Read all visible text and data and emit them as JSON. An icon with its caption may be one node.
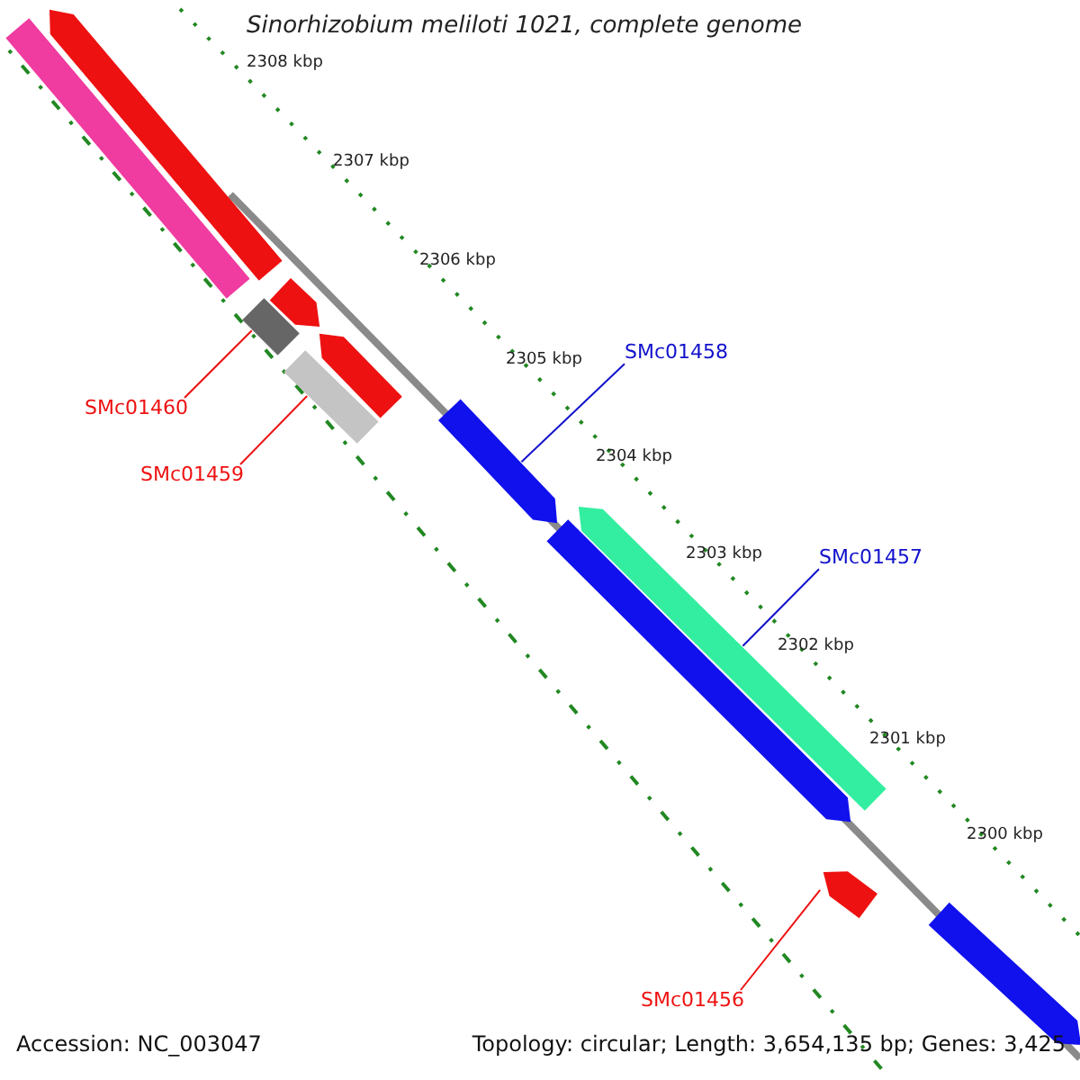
{
  "diagram": {
    "title": "Sinorhizobium meliloti 1021, complete genome",
    "nodes": [
      {
        "text": [],
        "shape": "bar"
      },
      {
        "text": [],
        "shape": "pentagon"
      },
      {
        "text": [],
        "shape": "pentagon"
      },
      {
        "text": [],
        "shape": "bar"
      },
      {
        "text": [],
        "shape": "pentagon"
      },
      {
        "text": [],
        "shape": "bar"
      },
      {
        "text": [],
        "shape": "pentagon"
      },
      {
        "text": [],
        "shape": "pentagon"
      },
      {
        "text": [],
        "shape": "pentagon"
      },
      {
        "text": [],
        "shape": "pentagon"
      },
      {
        "text": [],
        "shape": "pentagon"
      },
      {
        "text": [
          "SMc01460"
        ]
      },
      {
        "text": [
          "SMc01459"
        ]
      },
      {
        "text": [
          "SMc01458"
        ]
      },
      {
        "text": [
          "SMc01457"
        ]
      },
      {
        "text": [
          "SMc01456"
        ]
      }
    ],
    "edges": [
      {
        "from": 11,
        "to": 3,
        "arrow": "none"
      },
      {
        "from": 12,
        "to": 5,
        "arrow": "none"
      },
      {
        "from": 13,
        "to": 6,
        "arrow": "none",
        "color": "#1111cc"
      },
      {
        "from": 14,
        "to": 7,
        "arrow": "none",
        "color": "#1111cc"
      },
      {
        "from": 15,
        "to": 9,
        "arrow": "none"
      }
    ],
    "labels": [
      "2308 kbp",
      "2307 kbp",
      "2306 kbp",
      "2305 kbp",
      "2304 kbp",
      "2303 kbp",
      "2302 kbp",
      "2301 kbp",
      "2300 kbp",
      "Accession: NC_003047",
      "Topology: circular; Length: 3,654,135 bp; Genes: 3,425"
    ]
  }
}
